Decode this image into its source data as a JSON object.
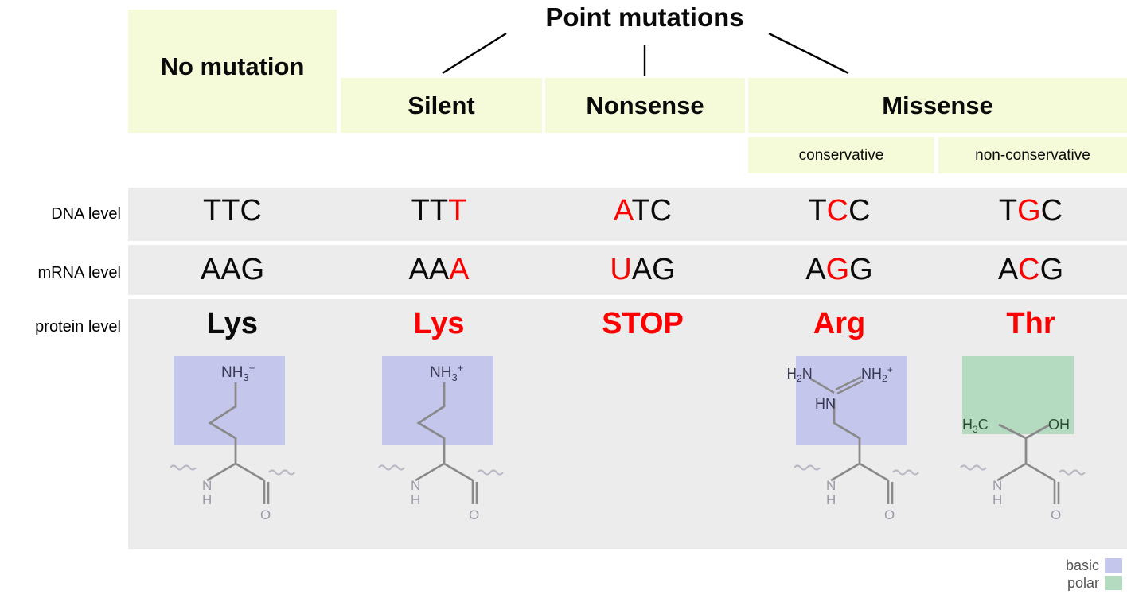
{
  "title": "Point mutations",
  "header": {
    "no_mutation": "No mutation",
    "silent": "Silent",
    "nonsense": "Nonsense",
    "missense": "Missense",
    "conservative": "conservative",
    "non_conservative": "non-conservative"
  },
  "row_labels": {
    "dna": "DNA level",
    "mrna": "mRNA level",
    "protein": "protein level"
  },
  "columns": [
    {
      "name": "no-mutation",
      "dna": [
        {
          "t": "TT",
          "red": false
        },
        {
          "t": "C",
          "red": false
        }
      ],
      "mrna": [
        {
          "t": "AA",
          "red": false
        },
        {
          "t": "G",
          "red": false
        }
      ],
      "protein": [
        {
          "t": "Lys",
          "red": false
        }
      ],
      "molecule": "lysine",
      "highlight": "basic"
    },
    {
      "name": "silent",
      "dna": [
        {
          "t": "TT",
          "red": false
        },
        {
          "t": "T",
          "red": true
        }
      ],
      "mrna": [
        {
          "t": "AA",
          "red": false
        },
        {
          "t": "A",
          "red": true
        }
      ],
      "protein": [
        {
          "t": "Lys",
          "red": true
        }
      ],
      "molecule": "lysine",
      "highlight": "basic"
    },
    {
      "name": "nonsense",
      "dna": [
        {
          "t": "A",
          "red": true
        },
        {
          "t": "TC",
          "red": false
        }
      ],
      "mrna": [
        {
          "t": "U",
          "red": true
        },
        {
          "t": "AG",
          "red": false
        }
      ],
      "protein": [
        {
          "t": "STOP",
          "red": true
        }
      ],
      "molecule": "none",
      "highlight": "none"
    },
    {
      "name": "missense-conservative",
      "dna": [
        {
          "t": "T",
          "red": false
        },
        {
          "t": "C",
          "red": true
        },
        {
          "t": "C",
          "red": false
        }
      ],
      "mrna": [
        {
          "t": "A",
          "red": false
        },
        {
          "t": "G",
          "red": true
        },
        {
          "t": "G",
          "red": false
        }
      ],
      "protein": [
        {
          "t": "Arg",
          "red": true
        }
      ],
      "molecule": "arginine",
      "highlight": "basic"
    },
    {
      "name": "missense-non-conservative",
      "dna": [
        {
          "t": "T",
          "red": false
        },
        {
          "t": "G",
          "red": true
        },
        {
          "t": "C",
          "red": false
        }
      ],
      "mrna": [
        {
          "t": "A",
          "red": false
        },
        {
          "t": "C",
          "red": true
        },
        {
          "t": "G",
          "red": false
        }
      ],
      "protein": [
        {
          "t": "Thr",
          "red": true
        }
      ],
      "molecule": "threonine",
      "highlight": "polar"
    }
  ],
  "molecule_labels": {
    "lysine": [
      "NH",
      "3",
      "+",
      "N",
      "H",
      "O"
    ],
    "arginine": [
      "H",
      "2",
      "N",
      "NH",
      "2",
      "+",
      "HN",
      "N",
      "H",
      "O"
    ],
    "threonine": [
      "H",
      "3",
      "C",
      "OH",
      "N",
      "H",
      "O"
    ]
  },
  "legend": [
    {
      "label": "basic",
      "color": "#C4C6EC"
    },
    {
      "label": "polar",
      "color": "#B4DBC0"
    }
  ],
  "colors": {
    "header_bg": "#F5FBD8",
    "row_bg": "#ECECEC",
    "mutation_red": "#FF0000",
    "basic": "#C4C6EC",
    "polar": "#B4DBC0"
  }
}
